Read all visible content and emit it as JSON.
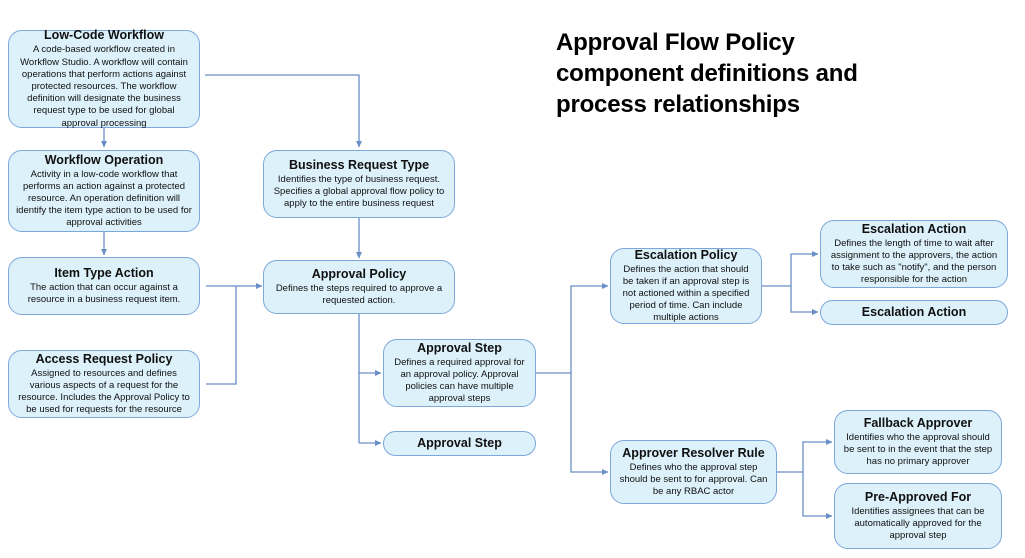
{
  "title": {
    "lines": [
      "Approval Flow Policy",
      "component definitions and",
      "process relationships"
    ],
    "full": "Approval Flow Policy component definitions and process relationships"
  },
  "colors": {
    "node_fill": "#ddf1fb",
    "node_border": "#7da7d9",
    "connector": "#6a8fc6",
    "text": "#101010",
    "title_text": "#000000",
    "background": "#ffffff"
  },
  "nodes": {
    "low_code_workflow": {
      "title": "Low-Code Workflow",
      "desc": "A code-based workflow created in Workflow Studio.  A workflow will contain operations that perform actions against protected resources. The workflow definition will designate the business request type to be used for global approval processing"
    },
    "workflow_operation": {
      "title": "Workflow Operation",
      "desc": "Activity in a low-code workflow that performs an action against a protected resource.  An operation definition will identify the item type action to be used for approval activities"
    },
    "item_type_action": {
      "title": "Item Type Action",
      "desc": "The action that can occur against a resource in a business request item."
    },
    "access_request_policy": {
      "title": "Access Request Policy",
      "desc": "Assigned to resources and defines various aspects of a request for the resource.  Includes the Approval Policy to be used for requests for the resource"
    },
    "business_request_type": {
      "title": "Business Request Type",
      "desc": "Identifies the type of business request.  Specifies a global approval flow policy to apply to the entire business request"
    },
    "approval_policy": {
      "title": "Approval Policy",
      "desc": "Defines the steps required to approve a requested action."
    },
    "approval_step": {
      "title": "Approval Step",
      "desc": "Defines a required approval for an approval policy.  Approval policies can have multiple approval steps"
    },
    "approval_step_2": {
      "title": "Approval Step",
      "desc": ""
    },
    "escalation_policy": {
      "title": "Escalation Policy",
      "desc": "Defines the action that should be taken if an approval step is not actioned within a specified period of time.  Can include multiple actions"
    },
    "escalation_action": {
      "title": "Escalation Action",
      "desc": "Defines the length of time to wait after assignment to the approvers, the action to take such as \"notify\", and the person responsible for the action"
    },
    "escalation_action_2": {
      "title": "Escalation Action",
      "desc": ""
    },
    "approver_resolver_rule": {
      "title": "Approver Resolver Rule",
      "desc": "Defines who the approval step should be sent to for approval.  Can be any RBAC actor"
    },
    "fallback_approver": {
      "title": "Fallback Approver",
      "desc": "Identifies who the approval should be sent to in the event that the step has no primary approver"
    },
    "pre_approved_for": {
      "title": "Pre-Approved For",
      "desc": "Identifies assignees that can be automatically approved for the approval step"
    }
  },
  "connections": [
    {
      "from": "low_code_workflow",
      "to": "workflow_operation"
    },
    {
      "from": "low_code_workflow",
      "to": "business_request_type"
    },
    {
      "from": "workflow_operation",
      "to": "item_type_action"
    },
    {
      "from": "item_type_action",
      "to": "approval_policy"
    },
    {
      "from": "access_request_policy",
      "to": "approval_policy"
    },
    {
      "from": "business_request_type",
      "to": "approval_policy"
    },
    {
      "from": "approval_policy",
      "to": "approval_step"
    },
    {
      "from": "approval_policy",
      "to": "approval_step_2"
    },
    {
      "from": "approval_step",
      "to": "escalation_policy"
    },
    {
      "from": "approval_step",
      "to": "approver_resolver_rule"
    },
    {
      "from": "escalation_policy",
      "to": "escalation_action"
    },
    {
      "from": "escalation_policy",
      "to": "escalation_action_2"
    },
    {
      "from": "approver_resolver_rule",
      "to": "fallback_approver"
    },
    {
      "from": "approver_resolver_rule",
      "to": "pre_approved_for"
    }
  ]
}
